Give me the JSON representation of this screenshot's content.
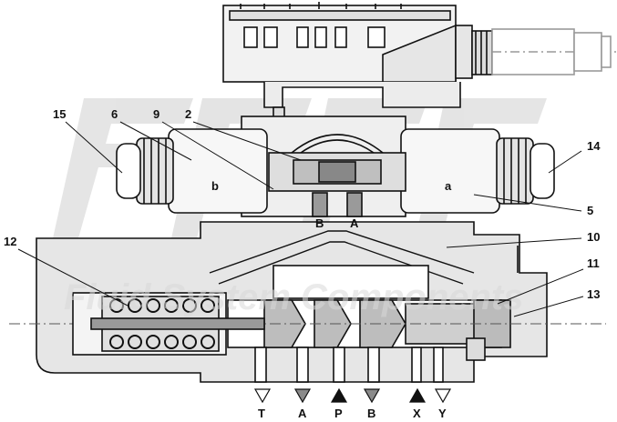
{
  "callouts": {
    "c15": "15",
    "c6": "6",
    "c9": "9",
    "c2": "2",
    "c14": "14",
    "c5": "5",
    "c10": "10",
    "c12": "12",
    "c11": "11",
    "c13": "13"
  },
  "solenoid_labels": {
    "left": "b",
    "right": "a"
  },
  "pilot_ports": {
    "left": "B",
    "right": "A"
  },
  "main_ports": [
    {
      "label": "T",
      "symbol": "outline"
    },
    {
      "label": "A",
      "symbol": "grey"
    },
    {
      "label": "P",
      "symbol": "solid"
    },
    {
      "label": "B",
      "symbol": "grey"
    },
    {
      "label": "X",
      "symbol": "solid"
    },
    {
      "label": "Y",
      "symbol": "outline"
    }
  ],
  "watermark": {
    "text": "Fluid System Components"
  },
  "colors": {
    "line": "#111111",
    "body_fill": "#e9e9e9",
    "body_dark": "#cfcfcf",
    "watermark": "#d6d6d6",
    "port_grey": "#8a8a8a"
  }
}
